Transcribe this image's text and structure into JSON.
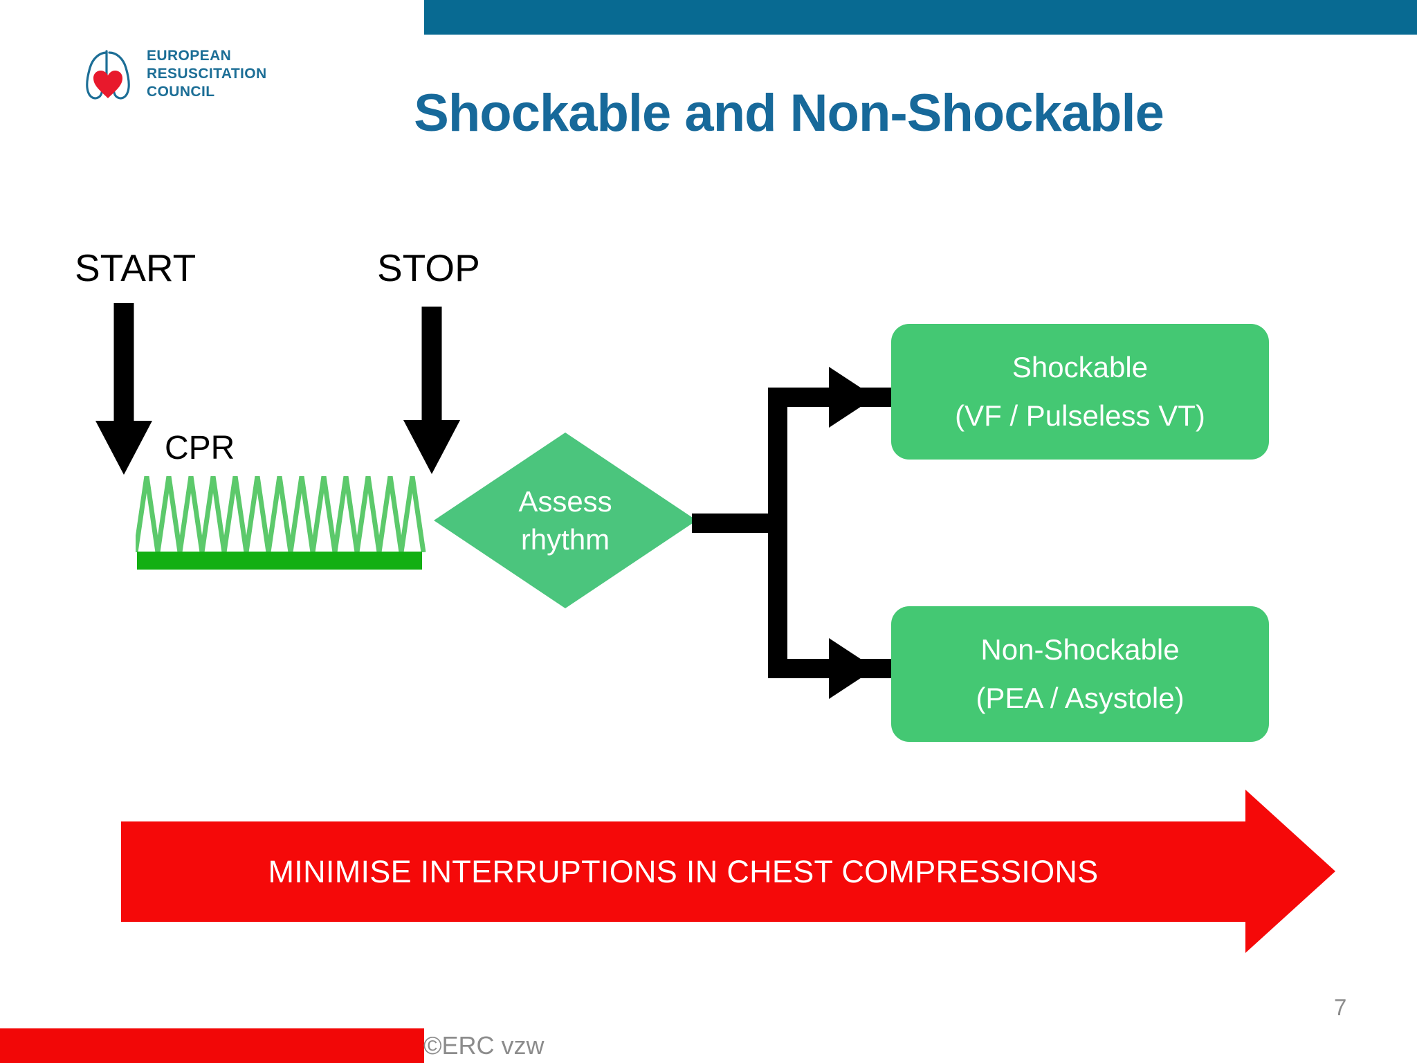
{
  "slide": {
    "title": "Shockable and Non-Shockable",
    "page_number": "7",
    "copyright": "©ERC vzw",
    "accent_color": "#086A92",
    "title_color": "#17699A",
    "green_color": "#44C873",
    "red_color": "#F50909"
  },
  "logo": {
    "name": "erc-logo",
    "line1": "EUROPEAN",
    "line2": "RESUSCITATION",
    "line3": "COUNCIL",
    "mark_icon": "lungs-heart-icon",
    "text_color": "#1C6E96",
    "heart_color": "#E8192C"
  },
  "diagram": {
    "start_label": "START",
    "stop_label": "STOP",
    "cpr_label": "CPR",
    "start_arrow_icon": "down-arrow-icon",
    "stop_arrow_icon": "down-arrow-icon",
    "waveform_icon": "cpr-compression-waveform",
    "waveform_color": "#5CC96B",
    "waveform_baseline_color": "#12AF12",
    "decision": {
      "line1": "Assess",
      "line2": "rhythm",
      "fill": "#4BC57D"
    },
    "branch_icon": "branching-arrow-icon",
    "outcomes": [
      {
        "name": "shockable",
        "line1": "Shockable",
        "line2": "(VF / Pulseless VT)",
        "fill": "#44C873"
      },
      {
        "name": "non-shockable",
        "line1": "Non-Shockable",
        "line2": "(PEA / Asystole)",
        "fill": "#44C873"
      }
    ]
  },
  "banner": {
    "text": "MINIMISE INTERRUPTIONS IN CHEST COMPRESSIONS",
    "icon": "right-arrow-banner-icon",
    "fill": "#F50909"
  }
}
